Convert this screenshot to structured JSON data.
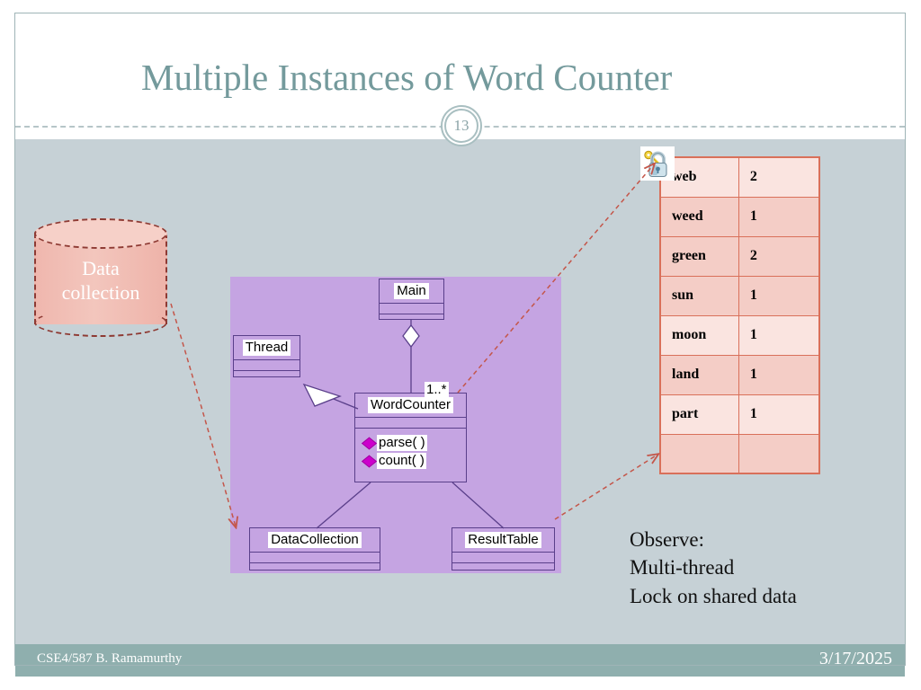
{
  "slide": {
    "title": "Multiple Instances of Word Counter",
    "page_number": "13",
    "accent_color": "#749a9c",
    "body_background": "#c6d1d6",
    "footer_background": "#8fafae"
  },
  "footer": {
    "left_text": "CSE4/587 B. Ramamurthy",
    "right_text": "3/17/2025"
  },
  "data_store": {
    "label_line1": "Data",
    "label_line2": "collection",
    "shape": "cylinder",
    "fill_color": "#f0bcb3",
    "border_color": "#8e3a33"
  },
  "uml": {
    "panel_color": "#c5a4e2",
    "classes": [
      {
        "name": "Main"
      },
      {
        "name": "Thread"
      },
      {
        "name": "WordCounter",
        "multiplicity": "1..*",
        "methods": [
          "parse( )",
          "count( )"
        ]
      },
      {
        "name": "DataCollection"
      },
      {
        "name": "ResultTable"
      }
    ],
    "relationships": [
      {
        "from": "Main",
        "to": "WordCounter",
        "type": "aggregation"
      },
      {
        "from": "WordCounter",
        "to": "Thread",
        "type": "generalization"
      },
      {
        "from": "WordCounter",
        "to": "DataCollection",
        "type": "association"
      },
      {
        "from": "WordCounter",
        "to": "ResultTable",
        "type": "association"
      }
    ]
  },
  "result_table": {
    "border_color": "#d9705a",
    "rows": [
      {
        "word": "web",
        "count": "2"
      },
      {
        "word": "weed",
        "count": "1"
      },
      {
        "word": "green",
        "count": "2"
      },
      {
        "word": "sun",
        "count": "1"
      },
      {
        "word": "moon",
        "count": "1"
      },
      {
        "word": "land",
        "count": "1"
      },
      {
        "word": "part",
        "count": "1"
      },
      {
        "word": "",
        "count": ""
      }
    ]
  },
  "lock": {
    "icon": "padlock-key-icon"
  },
  "observe": {
    "line1": "Observe:",
    "line2": "Multi-thread",
    "line3": "Lock on shared data"
  }
}
